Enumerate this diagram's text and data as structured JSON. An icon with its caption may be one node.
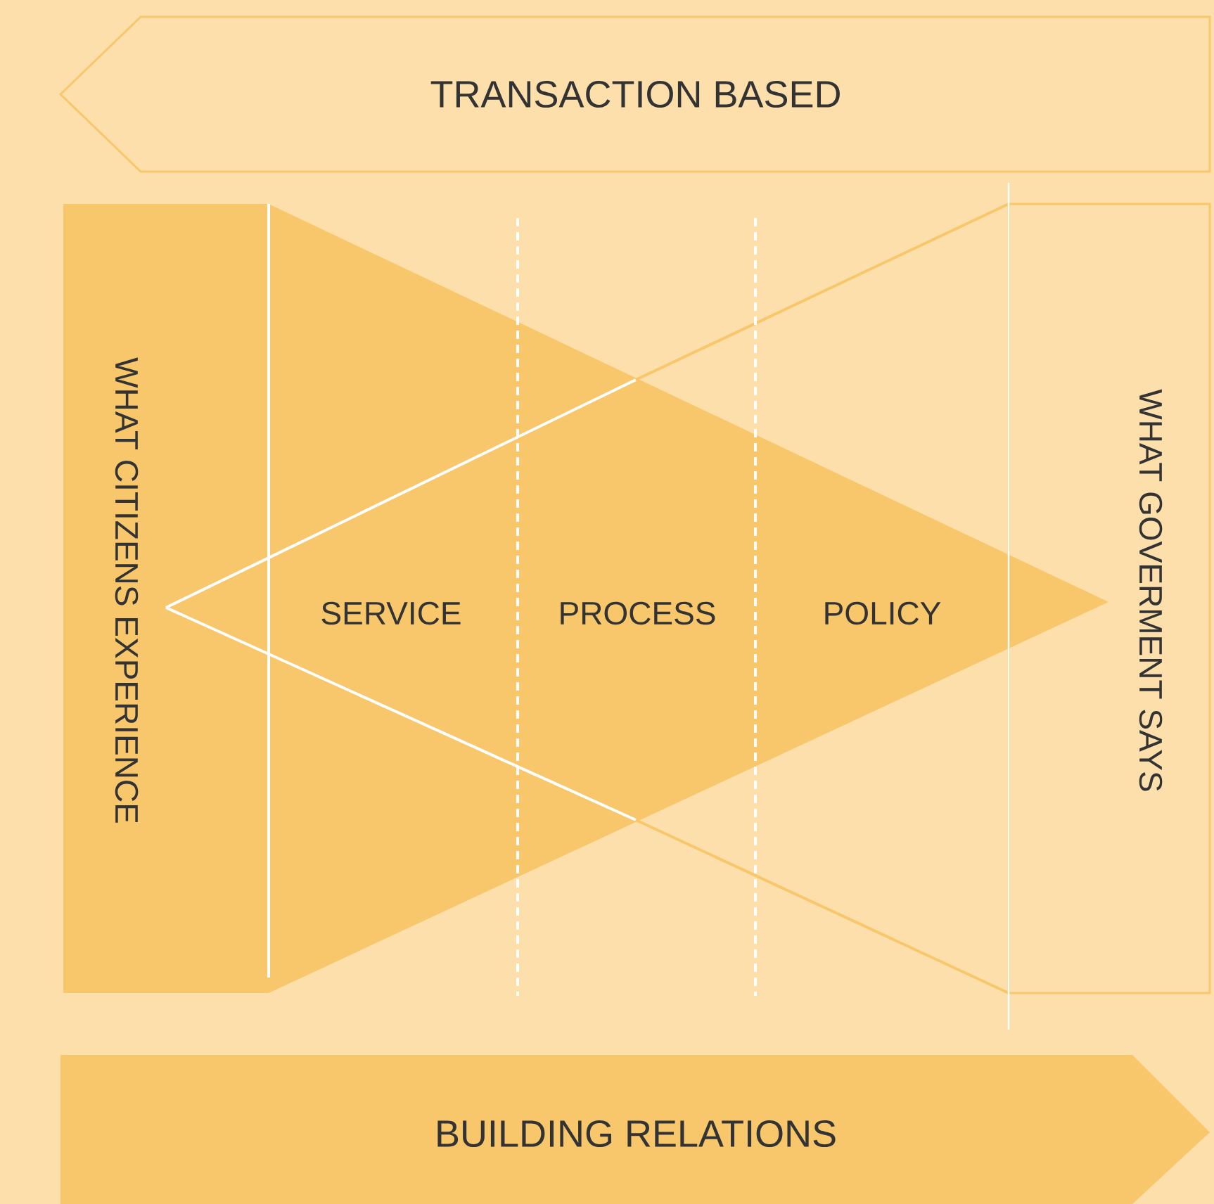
{
  "diagram": {
    "nodes": [
      {
        "text": [
          "TRANSACTION BASED"
        ]
      },
      {
        "text": [
          "WHAT CITIZENS EXPERIENCE"
        ]
      },
      {
        "text": [
          "WHAT GOVERMENT SAYS"
        ]
      },
      {
        "text": [
          "BUILDING RELATIONS"
        ]
      }
    ],
    "labels": [
      "SERVICE",
      "PROCESS",
      "POLICY"
    ]
  }
}
